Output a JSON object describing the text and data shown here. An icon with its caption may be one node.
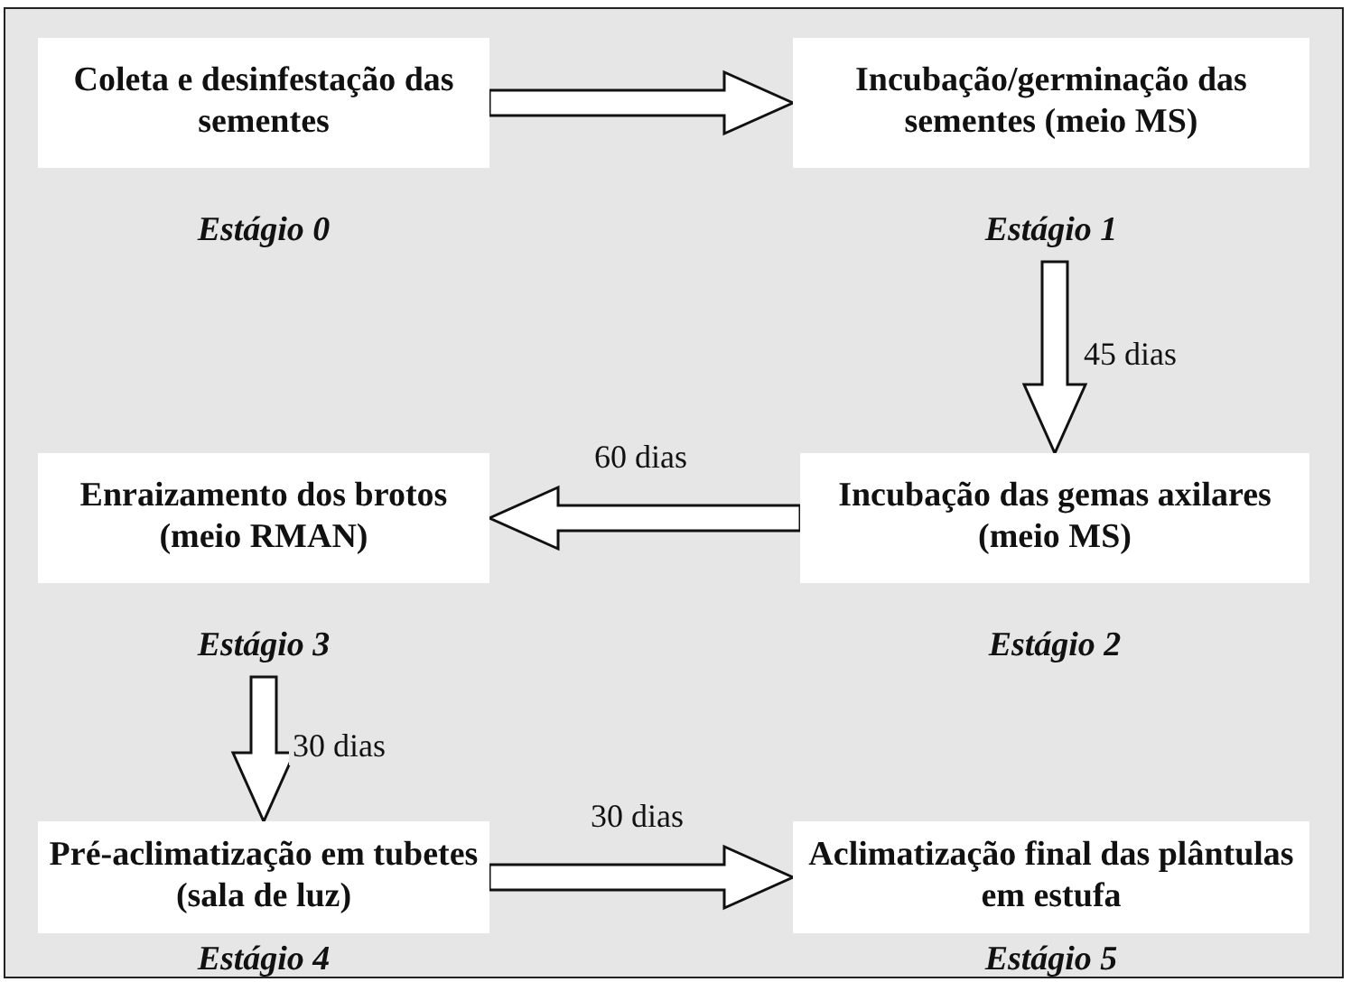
{
  "diagram": {
    "nodes": [
      {
        "text": [
          "Coleta e desinfestação das sementes"
        ],
        "beside": [
          "Estágio 0"
        ]
      },
      {
        "text": [
          "Incubação/germinação das sementes (meio MS)"
        ],
        "beside": [
          "Estágio 1"
        ]
      },
      {
        "text": [
          "Incubação das gemas axilares (meio MS)"
        ],
        "beside": [
          "Estágio 2"
        ]
      },
      {
        "text": [
          "Enraizamento dos brotos (meio RMAN)"
        ],
        "beside": [
          "Estágio 3"
        ]
      },
      {
        "text": [
          "Pré-aclimatização em tubetes (sala de luz)"
        ],
        "beside": [
          "Estágio 4"
        ]
      },
      {
        "text": [
          "Aclimatização final das plântulas em estufa"
        ],
        "beside": [
          "Estágio 5"
        ]
      }
    ],
    "edges": [
      {
        "from": 0,
        "to": 1,
        "arrow": "to"
      },
      {
        "from": 1,
        "to": 2,
        "arrow": "to",
        "label": "45 dias"
      },
      {
        "from": 2,
        "to": 3,
        "arrow": "to",
        "label": "60 dias"
      },
      {
        "from": 3,
        "to": 4,
        "arrow": "to",
        "label": "30 dias"
      },
      {
        "from": 4,
        "to": 5,
        "arrow": "to",
        "label": "30 dias"
      }
    ]
  }
}
